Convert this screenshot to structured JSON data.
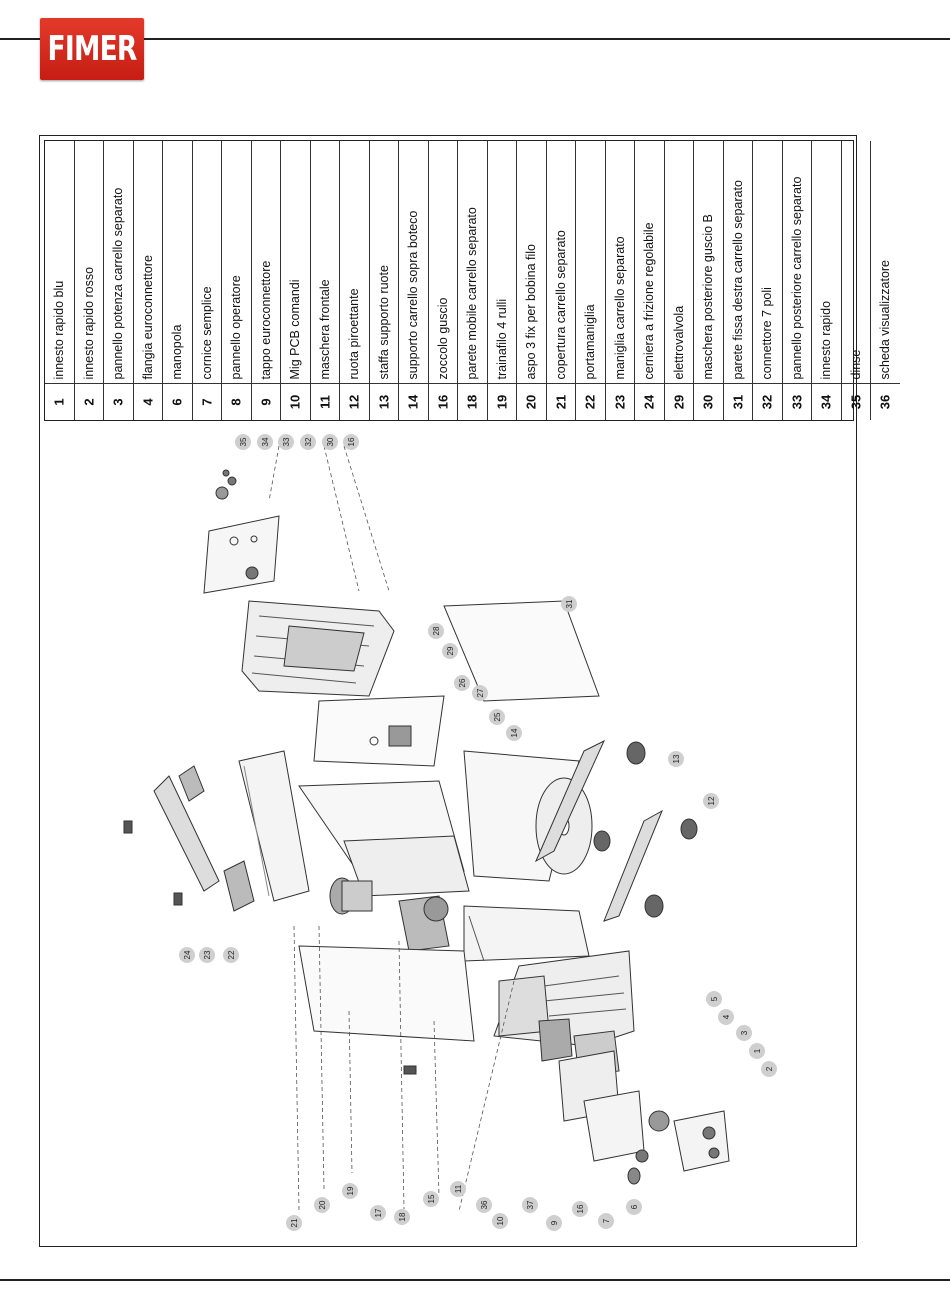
{
  "brand": {
    "logo_text": "FIMER"
  },
  "legend": [
    {
      "num": "1",
      "desc": "innesto rapido blu"
    },
    {
      "num": "2",
      "desc": "innesto rapido rosso"
    },
    {
      "num": "3",
      "desc": "pannello potenza carrello separato"
    },
    {
      "num": "4",
      "desc": "flangia euroconnettore"
    },
    {
      "num": "6",
      "desc": "manopola"
    },
    {
      "num": "7",
      "desc": "cornice semplice"
    },
    {
      "num": "8",
      "desc": "pannello operatore"
    },
    {
      "num": "9",
      "desc": "tappo euroconnettore"
    },
    {
      "num": "10",
      "desc": "Mig PCB comandi"
    },
    {
      "num": "11",
      "desc": "maschera frontale"
    },
    {
      "num": "12",
      "desc": "ruota piroettante"
    },
    {
      "num": "13",
      "desc": "staffa supporto ruote"
    },
    {
      "num": "14",
      "desc": "supporto carrello sopra boteco"
    },
    {
      "num": "16",
      "desc": "zoccolo guscio"
    },
    {
      "num": "18",
      "desc": "parete mobile carrello separato"
    },
    {
      "num": "19",
      "desc": "trainafilo 4 rulli"
    },
    {
      "num": "20",
      "desc": "aspo 3 fix per bobina filo"
    },
    {
      "num": "21",
      "desc": "copertura carrello separato"
    },
    {
      "num": "22",
      "desc": "portamaniglia"
    },
    {
      "num": "23",
      "desc": "maniglia carrello separato"
    },
    {
      "num": "24",
      "desc": "cerniera a frizione regolabile"
    },
    {
      "num": "29",
      "desc": "elettrovalvola"
    },
    {
      "num": "30",
      "desc": "maschera posteriore guscio B"
    },
    {
      "num": "31",
      "desc": "parete fissa destra carrello separato"
    },
    {
      "num": "32",
      "desc": "connettore 7 poli"
    },
    {
      "num": "33",
      "desc": "pannello posteriore carrello separato"
    },
    {
      "num": "34",
      "desc": "innesto rapido"
    },
    {
      "num": "35",
      "desc": "dinse"
    },
    {
      "num": "36",
      "desc": "scheda visualizzatore"
    }
  ],
  "callouts": [
    "35",
    "34",
    "33",
    "32",
    "30",
    "16",
    "29",
    "28",
    "26",
    "27",
    "25",
    "14",
    "13",
    "12",
    "31",
    "24",
    "23",
    "22",
    "5",
    "4",
    "3",
    "1",
    "2",
    "21",
    "20",
    "19",
    "17",
    "18",
    "15",
    "11",
    "36",
    "10",
    "37",
    "9",
    "16",
    "7",
    "6"
  ]
}
